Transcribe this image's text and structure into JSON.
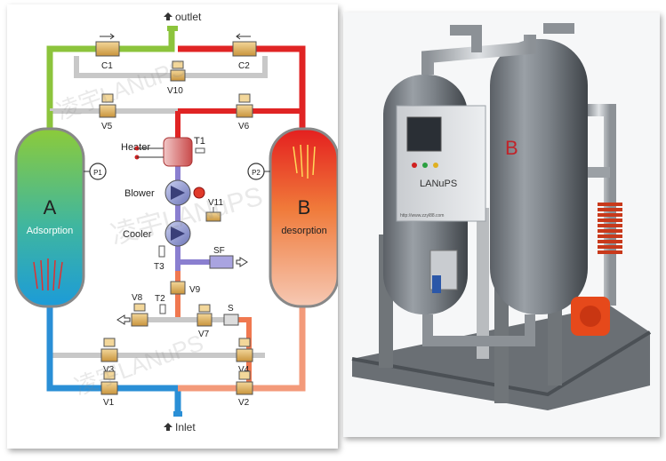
{
  "diagram": {
    "outlet_label": "outlet",
    "inlet_label": "Inlet",
    "tower_a_letter": "A",
    "tower_a_label": "Adsorption",
    "tower_b_letter": "B",
    "tower_b_label": "desorption",
    "p1_label": "P1",
    "p2_label": "P2",
    "heater_label": "Heater",
    "t1_label": "T1",
    "blower_label": "Blower",
    "cooler_label": "Cooler",
    "t2_label": "T2",
    "t3_label": "T3",
    "sf_label": "SF",
    "s_label": "S",
    "valves": {
      "c1": "C1",
      "c2": "C2",
      "v1": "V1",
      "v2": "V2",
      "v3": "V3",
      "v4": "V4",
      "v5": "V5",
      "v6": "V6",
      "v7": "V7",
      "v8": "V8",
      "v9": "V9",
      "v10": "V10",
      "v11": "V11"
    },
    "watermark": "凌宇LANuPS",
    "colors": {
      "hot": "#e02424",
      "warm": "#f07850",
      "cool_blue": "#2a8fd6",
      "green": "#8cc43c",
      "gray_pipe": "#c4c4c4",
      "purple": "#8a7fd0"
    }
  },
  "photo": {
    "brand_text": "LANuPS",
    "tower_letter": "B",
    "url_text": "http://www.zzyl88.com"
  }
}
